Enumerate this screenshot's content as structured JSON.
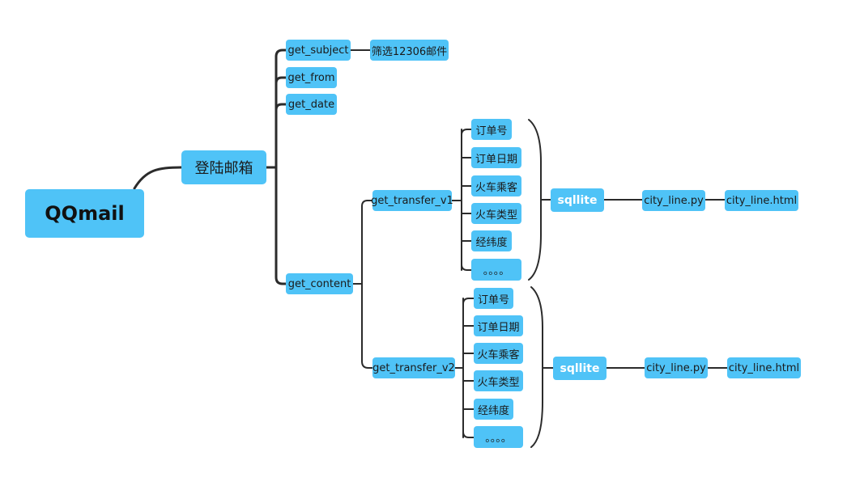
{
  "root": "QQmail",
  "login": "登陆邮箱",
  "branches": {
    "get_subject": "get_subject",
    "get_from": "get_from",
    "get_date": "get_date",
    "get_content": "get_content"
  },
  "filter": "筛选12306邮件",
  "transfers": [
    {
      "name": "get_transfer_v1",
      "fields": [
        "订单号",
        "订单日期",
        "火车乘客",
        "火车类型",
        "经纬度",
        "。。。。"
      ],
      "db": "sqllite",
      "script": "city_line.py",
      "output": "city_line.html"
    },
    {
      "name": "get_transfer_v2",
      "fields": [
        "订单号",
        "订单日期",
        "火车乘客",
        "火车类型",
        "经纬度",
        "。。。。"
      ],
      "db": "sqllite",
      "script": "city_line.py",
      "output": "city_line.html"
    }
  ],
  "colors": {
    "node": "#4fc3f7",
    "line": "#2b2b2b"
  }
}
